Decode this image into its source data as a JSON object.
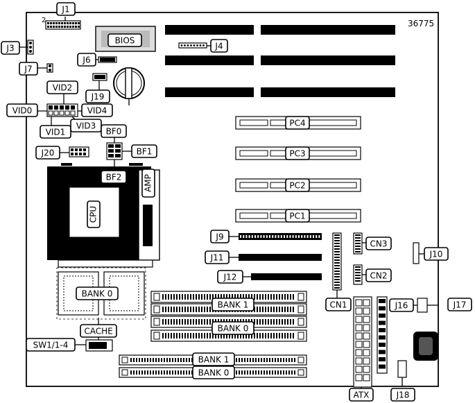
{
  "figure_id": "36775",
  "pin_marker": "2",
  "labels": {
    "j1": "J1",
    "j3": "J3",
    "j4": "J4",
    "j6": "J6",
    "j7": "J7",
    "j9": "J9",
    "j10": "J10",
    "j11": "J11",
    "j12": "J12",
    "j16": "J16",
    "j17": "J17",
    "j18": "J18",
    "j19": "J19",
    "j20": "J20",
    "bios": "BIOS",
    "vid0": "VID0",
    "vid1": "VID1",
    "vid2": "VID2",
    "vid3": "VID3",
    "vid4": "VID4",
    "bf0": "BF0",
    "bf1": "BF1",
    "bf2": "BF2",
    "cpu": "CPU",
    "amp": "AMP",
    "pc1": "PC1",
    "pc2": "PC2",
    "pc3": "PC3",
    "pc4": "PC4",
    "cn1": "CN1",
    "cn2": "CN2",
    "cn3": "CN3",
    "bank0_cache": "BANK 0",
    "cache": "CACHE",
    "simm_bank1": "BANK 1",
    "simm_bank0": "BANK 0",
    "dimm_bank1": "BANK 1",
    "dimm_bank0": "BANK 0",
    "sw1": "SW1/1-4",
    "atx": "ATX"
  }
}
